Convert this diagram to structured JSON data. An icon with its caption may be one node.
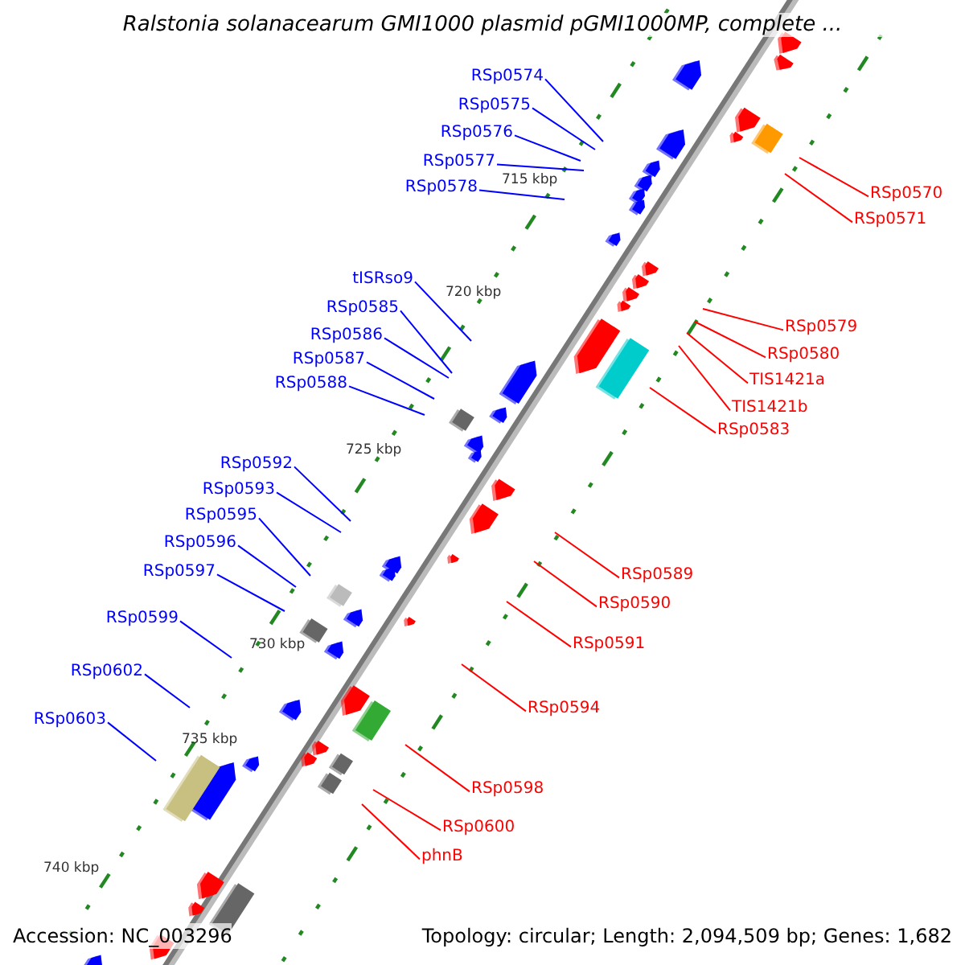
{
  "diagram": {
    "title": "Ralstonia solanacearum GMI1000 plasmid pGMI1000MP, complete ...",
    "nodes": [
      {
        "text": [
          "RSp0574"
        ]
      },
      {
        "text": [
          "RSp0575"
        ]
      },
      {
        "text": [
          "RSp0576"
        ]
      },
      {
        "text": [
          "RSp0577"
        ]
      },
      {
        "text": [
          "RSp0578"
        ]
      },
      {
        "text": [
          "tISRso9"
        ]
      },
      {
        "text": [
          "RSp0585"
        ]
      },
      {
        "text": [
          "RSp0586"
        ]
      },
      {
        "text": [
          "RSp0587"
        ]
      },
      {
        "text": [
          "RSp0588"
        ]
      },
      {
        "text": [
          "RSp0592"
        ]
      },
      {
        "text": [
          "RSp0593"
        ]
      },
      {
        "text": [
          "RSp0595"
        ]
      },
      {
        "text": [
          "RSp0596"
        ]
      },
      {
        "text": [
          "RSp0597"
        ]
      },
      {
        "text": [
          "RSp0599"
        ]
      },
      {
        "text": [
          "RSp0602"
        ]
      },
      {
        "text": [
          "RSp0603"
        ]
      },
      {
        "text": [
          "RSp0570"
        ]
      },
      {
        "text": [
          "RSp0571"
        ]
      },
      {
        "text": [
          "RSp0579"
        ]
      },
      {
        "text": [
          "RSp0580"
        ]
      },
      {
        "text": [
          "TIS1421a"
        ]
      },
      {
        "text": [
          "TIS1421b"
        ]
      },
      {
        "text": [
          "RSp0583"
        ]
      },
      {
        "text": [
          "RSp0589"
        ]
      },
      {
        "text": [
          "RSp0590"
        ]
      },
      {
        "text": [
          "RSp0591"
        ]
      },
      {
        "text": [
          "RSp0594"
        ]
      },
      {
        "text": [
          "RSp0598"
        ]
      },
      {
        "text": [
          "RSp0600"
        ]
      },
      {
        "text": [
          "phnB"
        ]
      }
    ],
    "edges": [
      {
        "from": 0,
        "to": null,
        "arrow": "none"
      },
      {
        "from": 1,
        "to": null,
        "arrow": "none"
      },
      {
        "from": 2,
        "to": null,
        "arrow": "none"
      },
      {
        "from": 3,
        "to": null,
        "arrow": "none"
      },
      {
        "from": 4,
        "to": null,
        "arrow": "none"
      },
      {
        "from": 5,
        "to": null,
        "arrow": "none"
      },
      {
        "from": 6,
        "to": null,
        "arrow": "none"
      },
      {
        "from": 7,
        "to": null,
        "arrow": "none"
      },
      {
        "from": 8,
        "to": null,
        "arrow": "none"
      },
      {
        "from": 9,
        "to": null,
        "arrow": "none"
      },
      {
        "from": 10,
        "to": null,
        "arrow": "none"
      },
      {
        "from": 11,
        "to": null,
        "arrow": "none"
      },
      {
        "from": 12,
        "to": null,
        "arrow": "none"
      },
      {
        "from": 13,
        "to": null,
        "arrow": "none"
      },
      {
        "from": 14,
        "to": null,
        "arrow": "none"
      },
      {
        "from": 15,
        "to": null,
        "arrow": "none"
      },
      {
        "from": 16,
        "to": null,
        "arrow": "none"
      },
      {
        "from": 17,
        "to": null,
        "arrow": "none"
      },
      {
        "from": 18,
        "to": null,
        "arrow": "none",
        "color": "#ff0000"
      },
      {
        "from": 19,
        "to": null,
        "arrow": "none",
        "color": "#ff0000"
      },
      {
        "from": 20,
        "to": null,
        "arrow": "none",
        "color": "#ff0000"
      },
      {
        "from": 21,
        "to": null,
        "arrow": "none",
        "color": "#ff0000"
      },
      {
        "from": 22,
        "to": null,
        "arrow": "none",
        "color": "#ff0000"
      },
      {
        "from": 23,
        "to": null,
        "arrow": "none",
        "color": "#ff0000"
      },
      {
        "from": 24,
        "to": null,
        "arrow": "none",
        "color": "#ff0000"
      },
      {
        "from": 25,
        "to": null,
        "arrow": "none",
        "color": "#ff0000"
      },
      {
        "from": 26,
        "to": null,
        "arrow": "none",
        "color": "#ff0000"
      },
      {
        "from": 27,
        "to": null,
        "arrow": "none",
        "color": "#ff0000"
      },
      {
        "from": 28,
        "to": null,
        "arrow": "none",
        "color": "#ff0000"
      },
      {
        "from": 29,
        "to": null,
        "arrow": "none",
        "color": "#ff0000"
      },
      {
        "from": 30,
        "to": null,
        "arrow": "none",
        "color": "#ff0000"
      },
      {
        "from": 31,
        "to": null,
        "arrow": "none",
        "color": "#ff0000"
      }
    ],
    "labels": [
      "715 kbp",
      "720 kbp",
      "725 kbp",
      "730 kbp",
      "735 kbp",
      "740 kbp",
      "Accession: NC_003296",
      "Topology: circular; Length: 2,094,509 bp; Genes: 1,682"
    ]
  }
}
